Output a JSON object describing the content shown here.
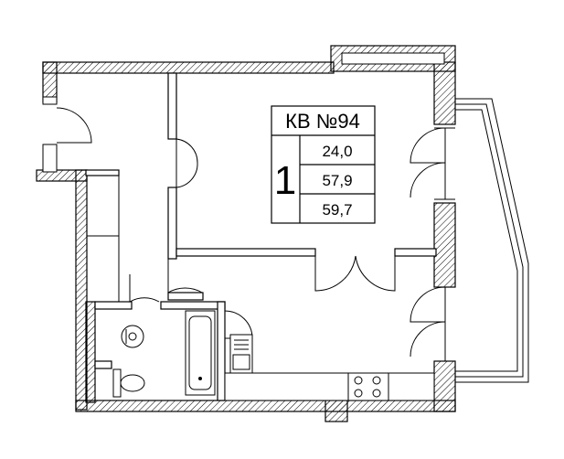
{
  "plan": {
    "apartment_label": "КВ №94",
    "rooms_count": "1",
    "areas": [
      "24,0",
      "57,9",
      "59,7"
    ]
  },
  "colors": {
    "line": "#000000",
    "hatch": "#000000",
    "background": "#ffffff"
  }
}
